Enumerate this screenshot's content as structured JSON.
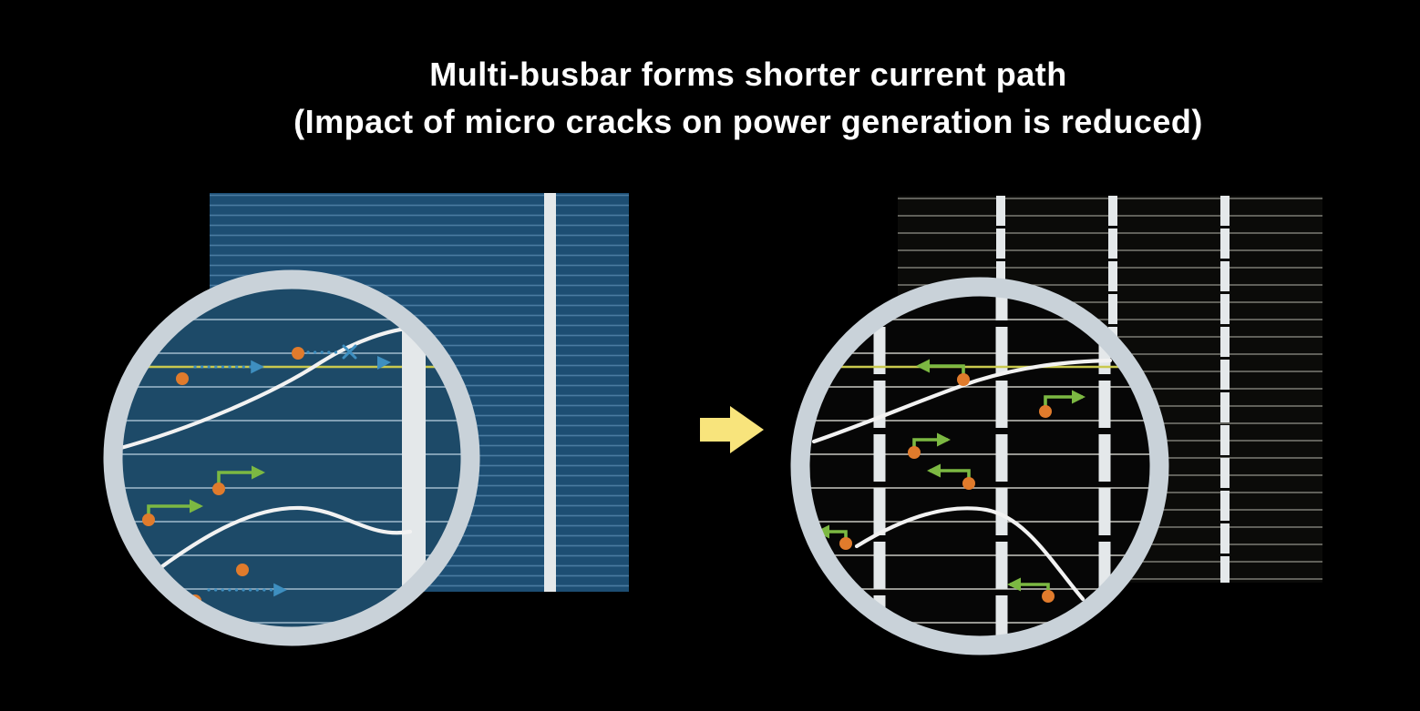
{
  "title": {
    "line1": "Multi-busbar forms shorter current path",
    "line2": "(Impact of micro cracks on power generation is reduced)"
  },
  "arrow": {
    "direction": "right"
  },
  "colors": {
    "background": "#000000",
    "title_text": "#ffffff",
    "left_cell": "#1d4e73",
    "left_cell_zoom": "#1d4a68",
    "right_cell": "#0b0b09",
    "right_cell_zoom": "#060606",
    "busbar": "#e4e8ea",
    "finger_left": "#4a7ba1",
    "finger_right": "#8e8e86",
    "magnifier_ring": "#c9d2d9",
    "crack": "#f2f2f2",
    "electron_dot": "#e07b2c",
    "long_path_arrow": "#3e8fc0",
    "short_path_arrow": "#7cb842",
    "highlight_line": "#c9c94e",
    "transition_arrow": "#f8e47c"
  }
}
